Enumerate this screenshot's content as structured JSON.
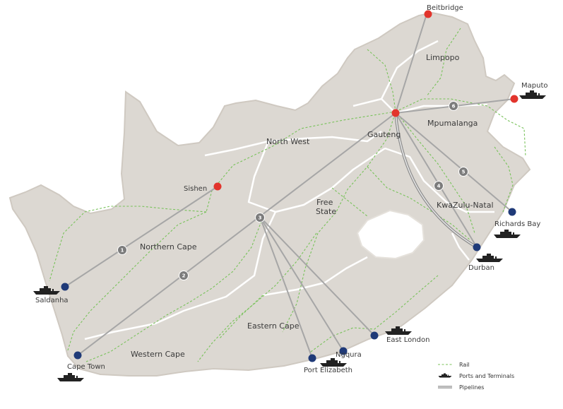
{
  "colors": {
    "land": "#dcd8d2",
    "land_shadow": "#c9c3bb",
    "border": "#ffffff",
    "rail": "#78c25a",
    "corridor": "#a6a6a6",
    "pipeline": "#8e8e8e",
    "inland_node": "#e2342c",
    "port_node": "#1f3a78",
    "marker": "#7c7c7c"
  },
  "regions": {
    "limpopo": "Limpopo",
    "mpumalanga": "Mpumalanga",
    "north_west": "North West",
    "gauteng": "Gauteng",
    "free_state_1": "Free",
    "free_state_2": "State",
    "kwazulu_natal": "KwaZulu-Natal",
    "northern_cape": "Northern Cape",
    "eastern_cape": "Eastern Cape",
    "western_cape": "Western Cape"
  },
  "places": {
    "beitbridge": "Beitbridge",
    "maputo": "Maputo",
    "sishen": "Sishen",
    "richards_bay": "Richards Bay",
    "durban": "Durban",
    "saldanha": "Saldanha",
    "east_london": "East London",
    "ngqura": "Ngqura",
    "cape_town": "Cape Town",
    "port_elizabeth": "Port Elizabeth"
  },
  "corridors": [
    "1",
    "2",
    "3",
    "4",
    "5",
    "6"
  ],
  "legend": {
    "rail": "Rail",
    "ports": "Ports and Terminals",
    "pipelines": "Pipelines"
  },
  "icons": {
    "ship": "ship-icon"
  }
}
